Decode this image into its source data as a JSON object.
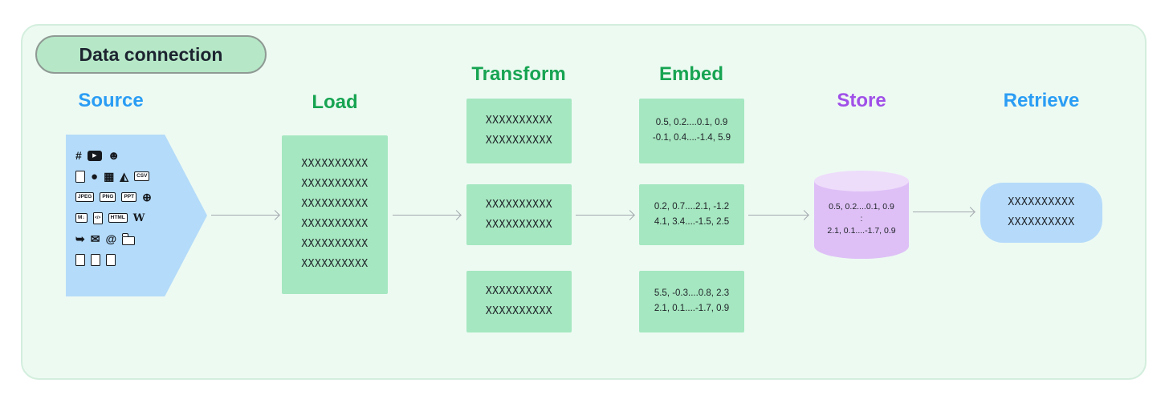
{
  "panel": {
    "title": "Data connection"
  },
  "colors": {
    "panel_bg": "#edfaf2",
    "panel_border": "#d3eedd",
    "pill_bg": "#b6e8c7",
    "blue_accent": "#2a9df4",
    "green_accent": "#17a452",
    "purple_accent": "#a050e8",
    "green_box": "#a5e7c0",
    "blue_shape": "#b4dbf9",
    "cylinder_body": "#dec0f6",
    "cylinder_top": "#eedcfb",
    "arrow": "#a3a7ad"
  },
  "stages": {
    "source": {
      "label": "Source"
    },
    "load": {
      "label": "Load",
      "lines": [
        "XXXXXXXXXX",
        "XXXXXXXXXX",
        "XXXXXXXXXX",
        "XXXXXXXXXX",
        "XXXXXXXXXX",
        "XXXXXXXXXX"
      ]
    },
    "transform": {
      "label": "Transform",
      "boxes": [
        {
          "lines": [
            "XXXXXXXXXX",
            "XXXXXXXXXX"
          ]
        },
        {
          "lines": [
            "XXXXXXXXXX",
            "XXXXXXXXXX"
          ]
        },
        {
          "lines": [
            "XXXXXXXXXX",
            "XXXXXXXXXX"
          ]
        }
      ]
    },
    "embed": {
      "label": "Embed",
      "boxes": [
        {
          "lines": [
            "0.5, 0.2....0.1, 0.9",
            "-0.1, 0.4....-1.4, 5.9"
          ]
        },
        {
          "lines": [
            "0.2, 0.7....2.1, -1.2",
            "4.1, 3.4....-1.5, 2.5"
          ]
        },
        {
          "lines": [
            "5.5, -0.3....0.8, 2.3",
            "2.1, 0.1....-1.7, 0.9"
          ]
        }
      ]
    },
    "store": {
      "label": "Store",
      "lines": [
        "0.5, 0.2....0.1, 0.9",
        ":",
        "2.1, 0.1....-1.7, 0.9"
      ]
    },
    "retrieve": {
      "label": "Retrieve",
      "lines": [
        "XXXXXXXXXX",
        "XXXXXXXXXX"
      ]
    }
  },
  "source_icons": {
    "rows": [
      [
        {
          "name": "slack-icon",
          "kind": "glyph",
          "glyph": "#"
        },
        {
          "name": "youtube-icon",
          "kind": "badge",
          "glyph": "▶"
        },
        {
          "name": "discord-icon",
          "kind": "glyph",
          "glyph": "☻"
        }
      ],
      [
        {
          "name": "file-icon",
          "kind": "doc",
          "glyph": ""
        },
        {
          "name": "github-icon",
          "kind": "glyph",
          "glyph": "●"
        },
        {
          "name": "image-icon",
          "kind": "glyph",
          "glyph": "▦"
        },
        {
          "name": "drive-icon",
          "kind": "glyph",
          "glyph": "◭"
        },
        {
          "name": "csv-file-icon",
          "kind": "chip",
          "glyph": "CSV"
        }
      ],
      [
        {
          "name": "jpeg-file-icon",
          "kind": "chip",
          "glyph": "JPEG"
        },
        {
          "name": "png-file-icon",
          "kind": "chip",
          "glyph": "PNG"
        },
        {
          "name": "ppt-file-icon",
          "kind": "chip",
          "glyph": "PPT"
        },
        {
          "name": "web-icon",
          "kind": "glyph",
          "glyph": "⊕"
        }
      ],
      [
        {
          "name": "markdown-icon",
          "kind": "chip",
          "glyph": "M↓"
        },
        {
          "name": "code-file-icon",
          "kind": "doc",
          "glyph": "</>"
        },
        {
          "name": "html-file-icon",
          "kind": "chip",
          "glyph": "HTML"
        },
        {
          "name": "wikipedia-icon",
          "kind": "glyph",
          "glyph": "W"
        }
      ],
      [
        {
          "name": "twitter-icon",
          "kind": "glyph",
          "glyph": "➥"
        },
        {
          "name": "email-icon",
          "kind": "glyph",
          "glyph": "✉"
        },
        {
          "name": "discourse-icon",
          "kind": "glyph",
          "glyph": "@"
        },
        {
          "name": "folder-icon",
          "kind": "folder",
          "glyph": ""
        }
      ],
      [
        {
          "name": "doc-icon",
          "kind": "doc",
          "glyph": ""
        },
        {
          "name": "doc-icon",
          "kind": "doc",
          "glyph": ""
        },
        {
          "name": "doc-icon",
          "kind": "doc",
          "glyph": ""
        }
      ]
    ]
  }
}
